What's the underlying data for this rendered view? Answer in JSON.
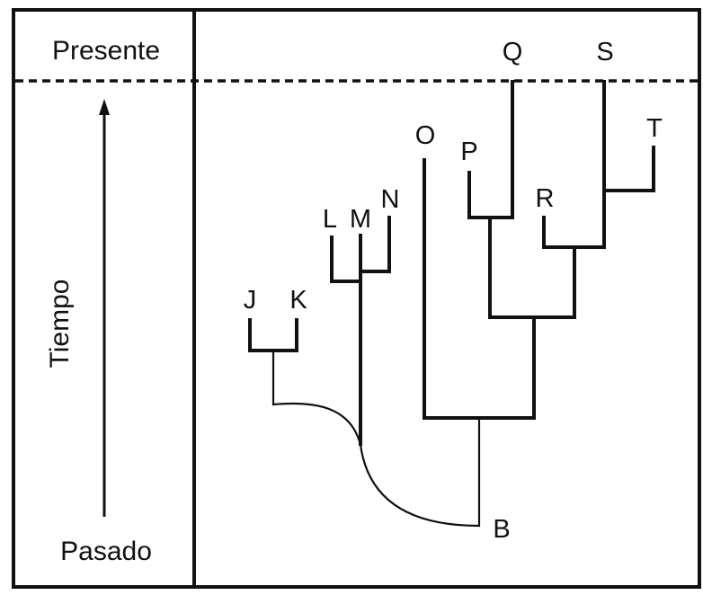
{
  "figure": {
    "present_label": "Presente",
    "past_label": "Pasado",
    "time_axis_label": "Tiempo",
    "line_color": "#111111",
    "background_color": "#ffffff"
  },
  "taxa": {
    "J": "J",
    "K": "K",
    "L": "L",
    "M": "M",
    "N": "N",
    "O": "O",
    "P": "P",
    "Q": "Q",
    "R": "R",
    "S": "S",
    "T": "T",
    "B": "B"
  },
  "tree": {
    "root": "B",
    "extant_at_present": [
      "Q",
      "S"
    ],
    "clades": [
      {
        "members": [
          "J",
          "K"
        ]
      },
      {
        "members": [
          "L",
          "M",
          "N"
        ]
      },
      {
        "members": [
          "M",
          "N"
        ]
      },
      {
        "members": [
          "P",
          "Q"
        ]
      },
      {
        "members": [
          "R",
          "S",
          "T"
        ]
      },
      {
        "members": [
          "S",
          "T"
        ]
      },
      {
        "members": [
          "P",
          "Q",
          "R",
          "S",
          "T"
        ]
      },
      {
        "members": [
          "O",
          "P",
          "Q",
          "R",
          "S",
          "T"
        ]
      }
    ]
  }
}
